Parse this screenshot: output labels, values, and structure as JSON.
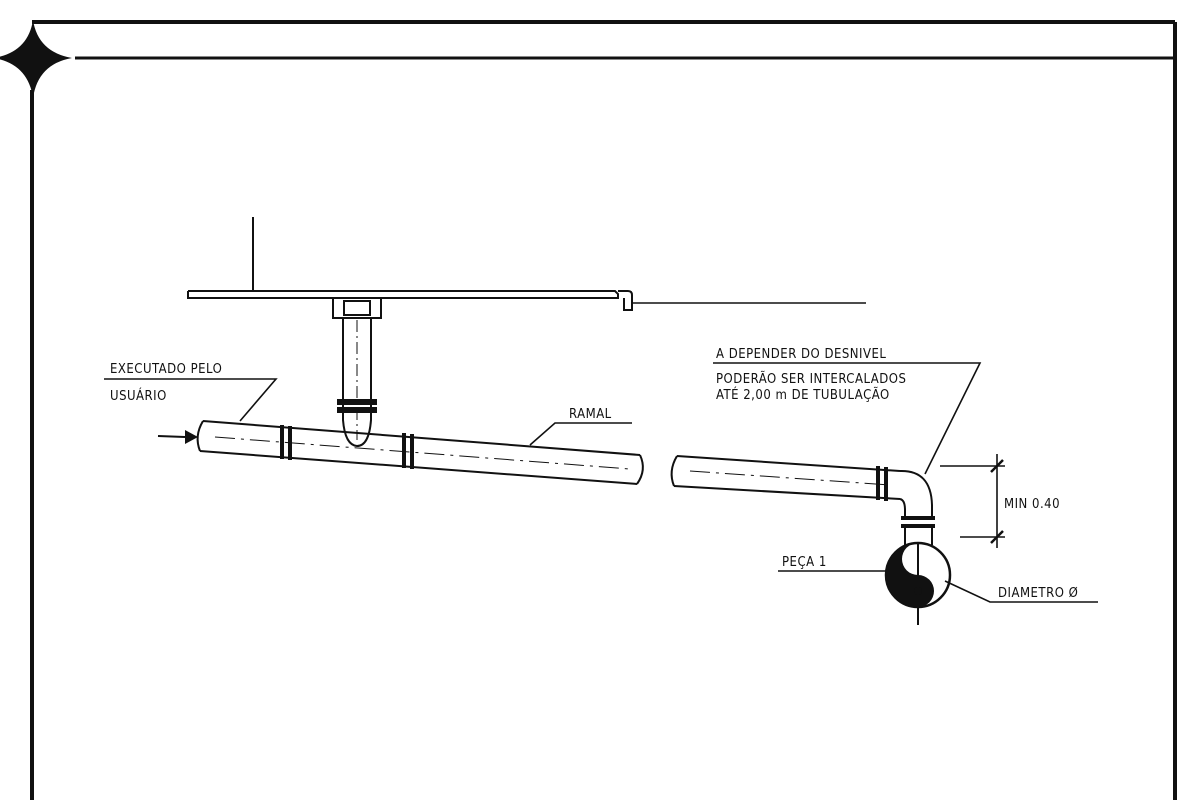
{
  "colors": {
    "ink": "#111111",
    "pipe_fill": "#ffffff",
    "background": "#ffffff"
  },
  "labels": {
    "executado_line1": "EXECUTADO PELO",
    "executado_line2": "USUÁRIO",
    "ramal": "RAMAL",
    "desnivel_line1": "A DEPENDER DO DESNIVEL",
    "desnivel_line2": "PODERÃO SER INTERCALADOS",
    "desnivel_line3": "ATÉ 2,00 m DE TUBULAÇÃO",
    "min": "MIN 0.40",
    "peca": "PEÇA 1",
    "diametro": "DIAMETRO Ø"
  },
  "icons": {
    "corner": "four-point-star-icon",
    "flow_arrow": "arrow-right-icon",
    "fitting": "yin-yang-icon"
  }
}
